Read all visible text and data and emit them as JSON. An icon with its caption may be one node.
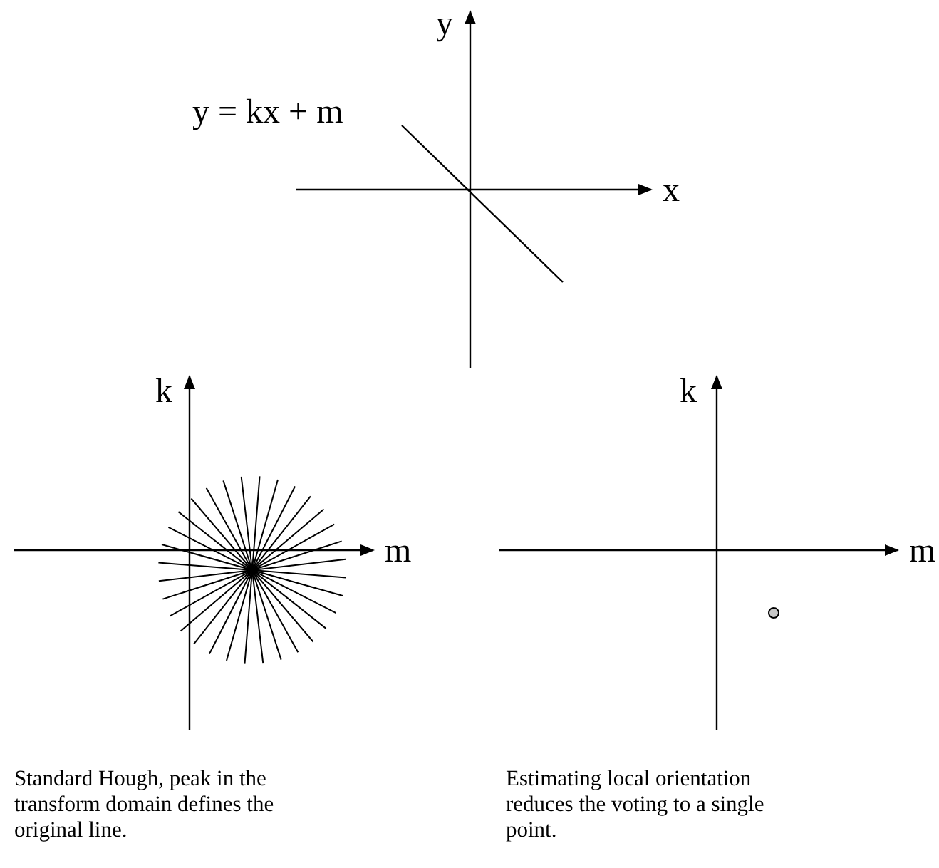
{
  "diagram": {
    "labels": [
      "y",
      "y = kx + m",
      "x",
      "k",
      "m",
      "k",
      "m",
      "Standard Hough, peak in the transform domain defines the original line.",
      "Estimating local orientation reduces the voting to a single point."
    ]
  }
}
